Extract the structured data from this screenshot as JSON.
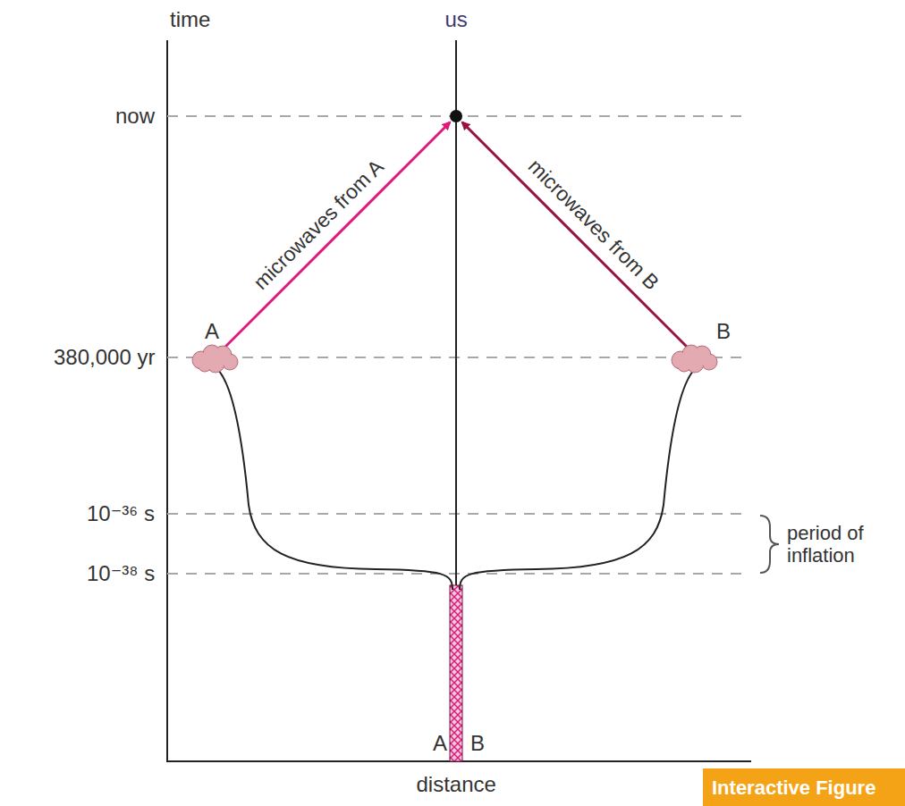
{
  "diagram": {
    "nodes": [
      {
        "text": [
          "A"
        ]
      },
      {
        "text": [
          "B"
        ]
      }
    ],
    "labels": [
      "time",
      "us",
      "now",
      "380,000 yr",
      "10⁻³⁶ s",
      "10⁻³⁸ s",
      "microwaves from A",
      "microwaves from B",
      "period of inflation",
      "A",
      "B",
      "distance",
      "Interactive Figure"
    ]
  }
}
